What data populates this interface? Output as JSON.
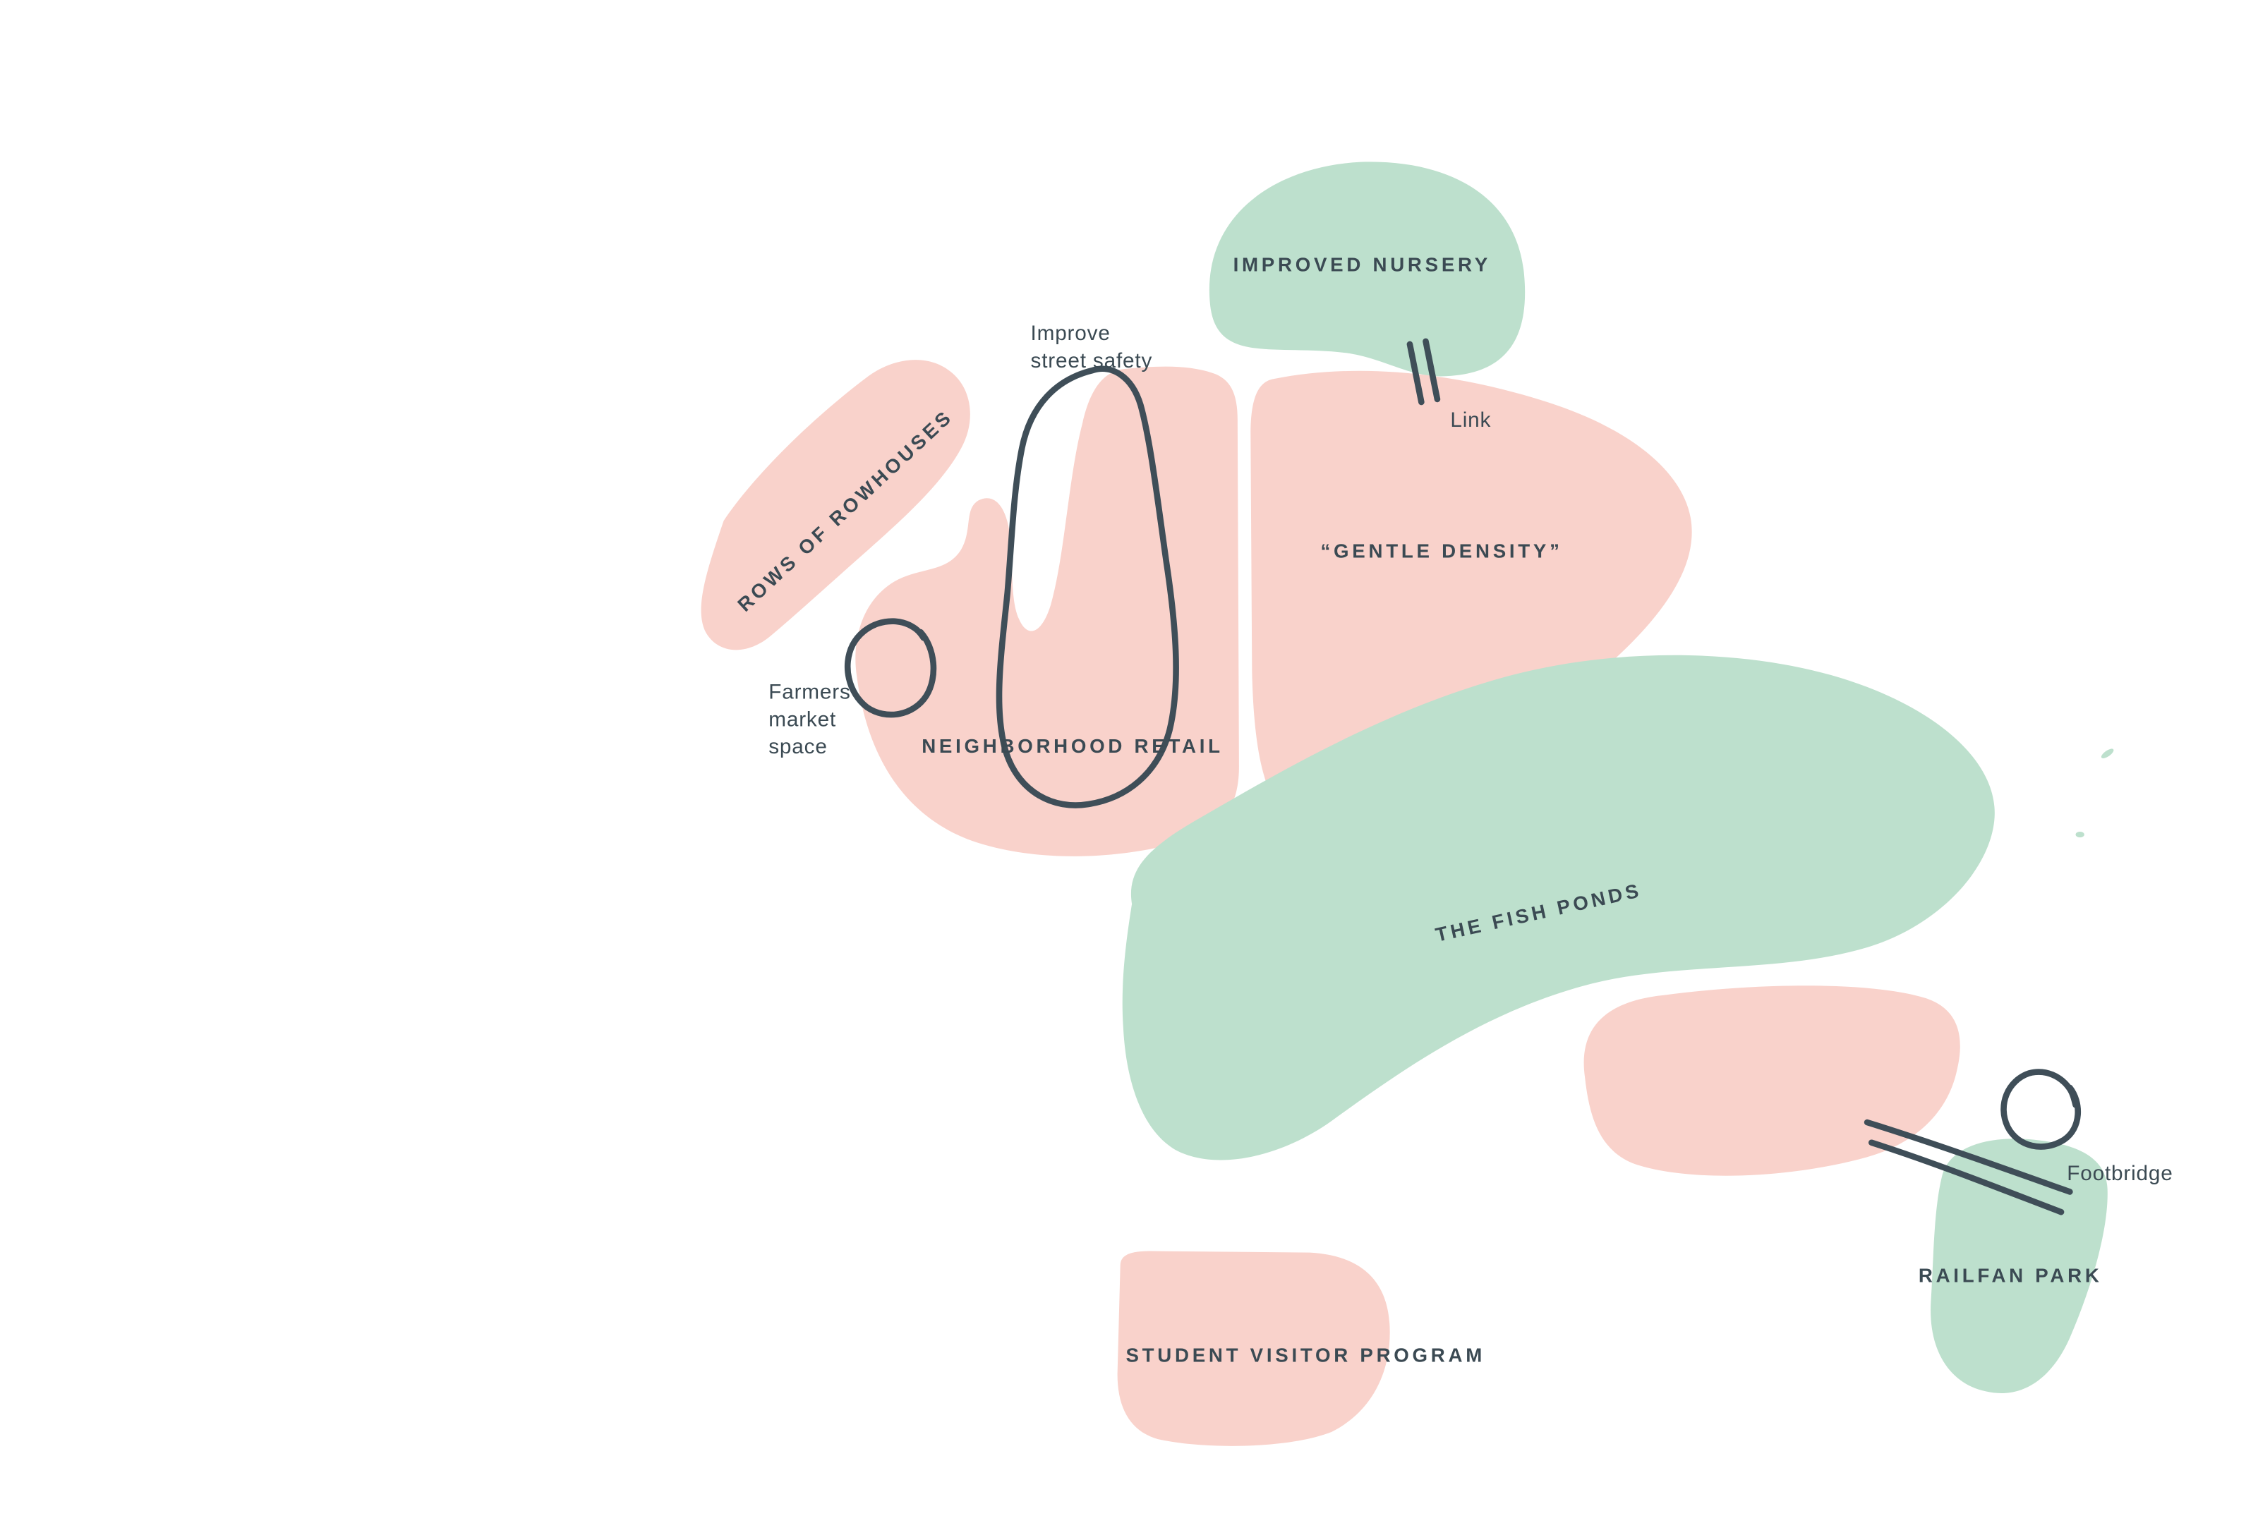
{
  "canvas": {
    "background": "#ffffff"
  },
  "palette": {
    "pink_region": "#f9d2cb",
    "mint_region": "#bde0cd",
    "ink": "#3f4e58",
    "label_text": "#3b4a53"
  },
  "regions": {
    "improved_nursery": {
      "label": "IMPROVED NURSERY",
      "color": "mint"
    },
    "rows_of_rowhouses": {
      "label": "ROWS OF ROWHOUSES",
      "color": "pink"
    },
    "gentle_density": {
      "label": "“GENTLE DENSITY”",
      "color": "pink"
    },
    "neighborhood_retail": {
      "label": "NEIGHBORHOOD RETAIL",
      "color": "pink"
    },
    "the_fish_ponds": {
      "label": "THE FISH PONDS",
      "color": "mint"
    },
    "railfan_park": {
      "label": "RAILFAN PARK",
      "color": "mint"
    },
    "student_visitor_program": {
      "label": "STUDENT VISITOR PROGRAM",
      "color": "pink"
    }
  },
  "annotations": {
    "improve_street_safety": {
      "line1": "Improve",
      "line2": "street safety"
    },
    "farmers_market": {
      "line1": "Farmers",
      "line2": "market",
      "line3": "space"
    },
    "link": {
      "label": "Link"
    },
    "footbridge": {
      "label": "Footbridge"
    }
  }
}
